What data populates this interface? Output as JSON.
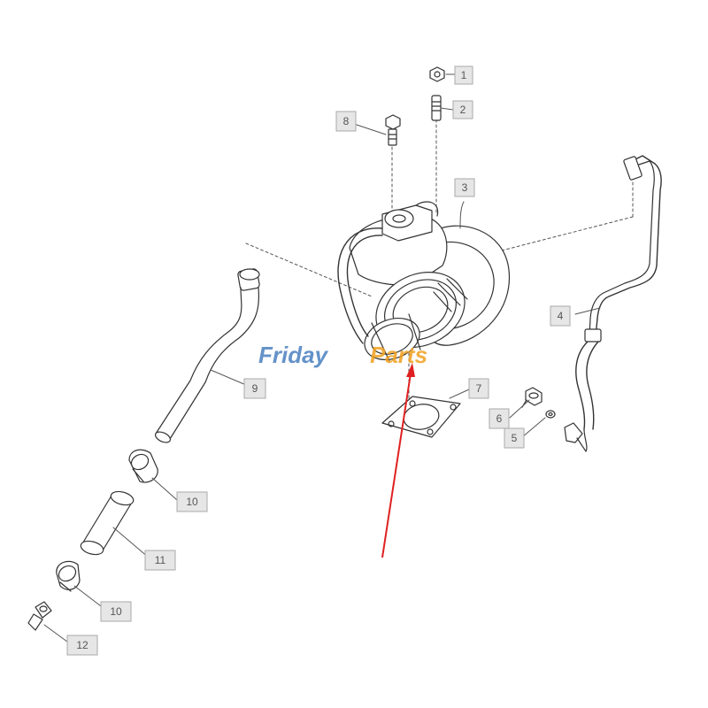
{
  "callouts": [
    {
      "id": "1",
      "label": "1"
    },
    {
      "id": "2",
      "label": "2"
    },
    {
      "id": "3",
      "label": "3"
    },
    {
      "id": "4",
      "label": "4"
    },
    {
      "id": "5",
      "label": "5"
    },
    {
      "id": "6",
      "label": "6"
    },
    {
      "id": "7",
      "label": "7"
    },
    {
      "id": "8",
      "label": "8"
    },
    {
      "id": "9",
      "label": "9"
    },
    {
      "id": "10a",
      "label": "10"
    },
    {
      "id": "10b",
      "label": "10"
    },
    {
      "id": "11",
      "label": "11"
    },
    {
      "id": "12",
      "label": "12"
    }
  ],
  "watermark": {
    "part1": "Friday",
    "part2": "Parts",
    "color_blue": "#4a7fc0",
    "color_orange": "#f0a020"
  },
  "colors": {
    "line": "#333333",
    "callout_fill": "#e6e6e6",
    "callout_stroke": "#aaaaaa",
    "arrow": "#e02020"
  }
}
